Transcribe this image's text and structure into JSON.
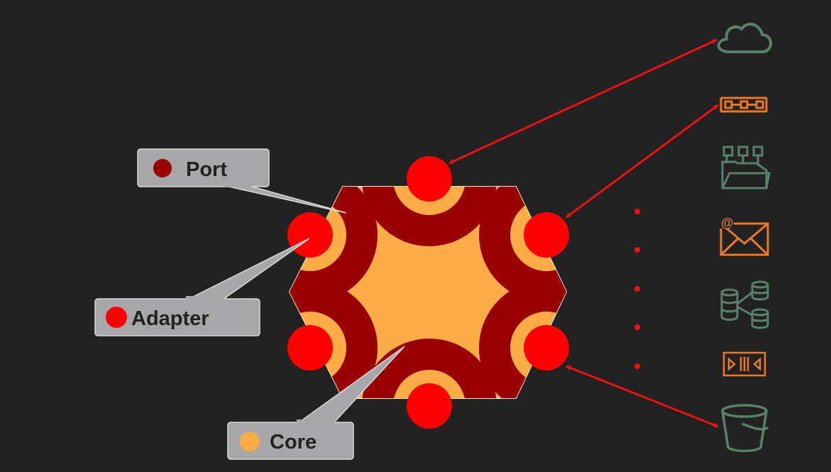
{
  "colors": {
    "background": "#222222",
    "core": "#FBAC47",
    "port": "#990000",
    "adapter": "#FF0000",
    "arrow": "#EE1111",
    "callout_fill": "#A7A7A9",
    "callout_border": "#D8D8D8",
    "callout_text": "#222222",
    "icon_green": "#5B8069",
    "icon_orange": "#E9782C"
  },
  "legend": {
    "port_label": "Port",
    "adapter_label": "Adapter",
    "core_label": "Core"
  },
  "external_icons": [
    "cloud-icon",
    "chain-icon",
    "folder-chip-icon",
    "email-icon",
    "database-icon",
    "media-player-icon",
    "bucket-icon"
  ]
}
